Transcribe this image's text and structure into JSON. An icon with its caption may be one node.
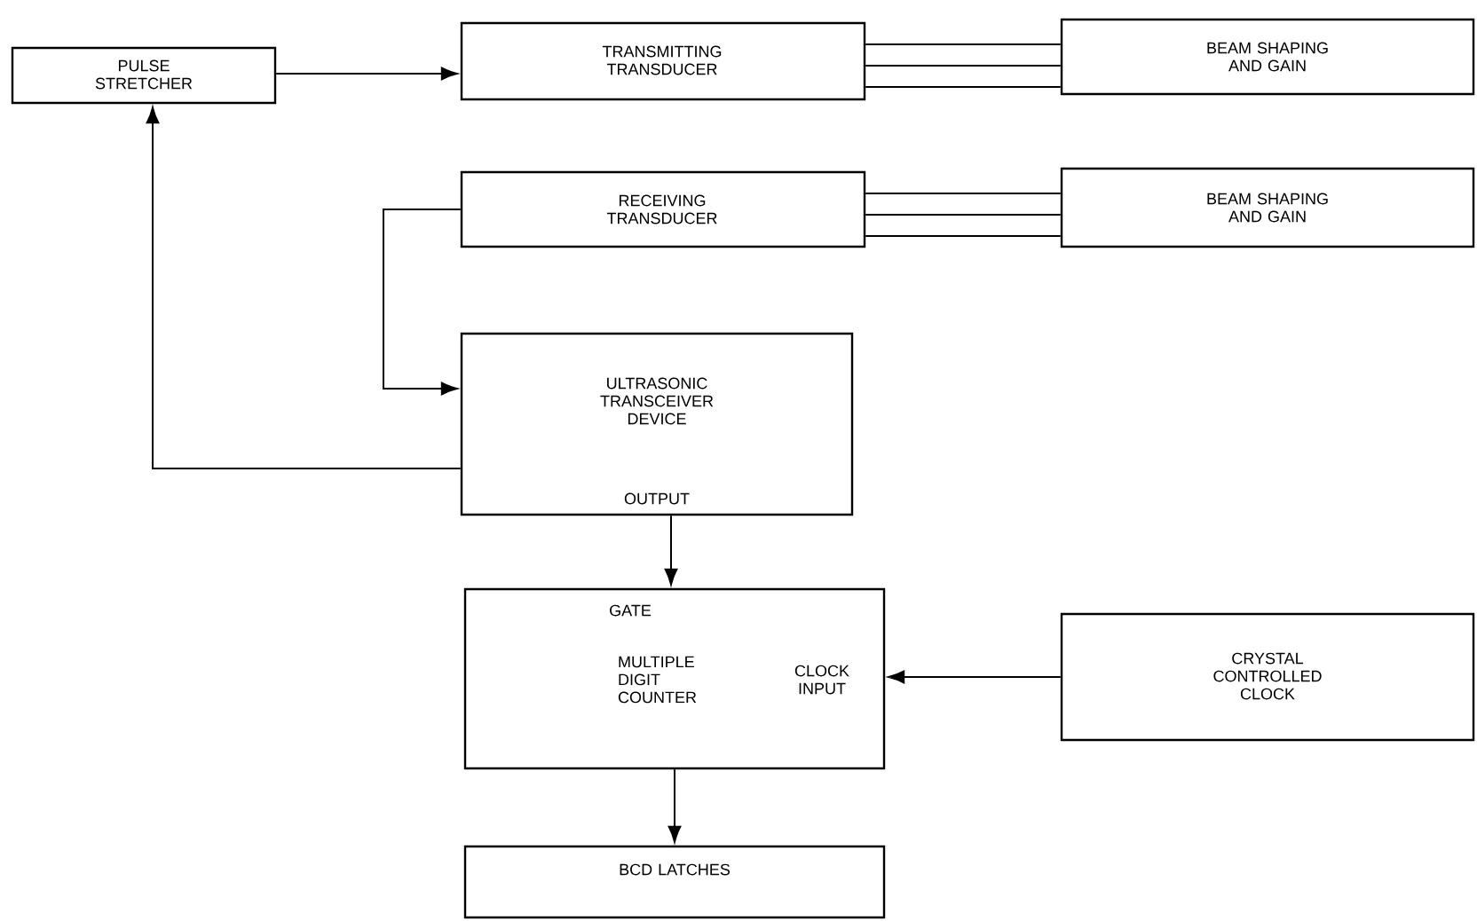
{
  "diagram": {
    "nodes": [
      {
        "text": [
          "PULSE STRETCHER"
        ]
      },
      {
        "text": [
          "TRANSMITTING TRANSDUCER"
        ]
      },
      {
        "text": [
          "BEAM SHAPING AND GAIN"
        ]
      },
      {
        "text": [
          "RECEIVING TRANSDUCER"
        ]
      },
      {
        "text": [
          "BEAM SHAPING AND GAIN"
        ]
      },
      {
        "text": [
          "ULTRASONIC TRANSCEIVER DEVICE",
          "OUTPUT"
        ]
      },
      {
        "text": [
          "GATE",
          "MULTIPLE DIGIT COUNTER",
          "CLOCK INPUT"
        ]
      },
      {
        "text": [
          "CRYSTAL CONTROLLED CLOCK"
        ]
      },
      {
        "text": [
          "BCD LATCHES"
        ]
      }
    ],
    "edges": [
      {
        "from": 0,
        "to": 1,
        "arrow": "to"
      },
      {
        "from": 1,
        "to": 2,
        "arrow": "none"
      },
      {
        "from": 1,
        "to": 2,
        "arrow": "none"
      },
      {
        "from": 1,
        "to": 2,
        "arrow": "none"
      },
      {
        "from": 3,
        "to": 4,
        "arrow": "none"
      },
      {
        "from": 3,
        "to": 4,
        "arrow": "none"
      },
      {
        "from": 3,
        "to": 4,
        "arrow": "none"
      },
      {
        "from": 3,
        "to": 5,
        "arrow": "to"
      },
      {
        "from": 5,
        "to": 0,
        "arrow": "to"
      },
      {
        "from": 5,
        "to": 6,
        "arrow": "to"
      },
      {
        "from": 7,
        "to": 6,
        "arrow": "to"
      },
      {
        "from": 6,
        "to": 8,
        "arrow": "to"
      }
    ]
  }
}
